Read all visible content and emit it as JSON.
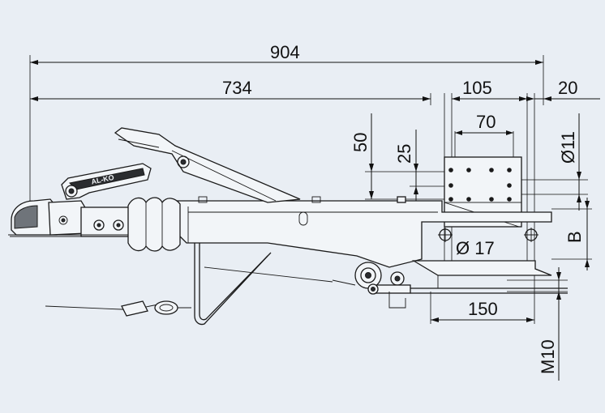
{
  "colors": {
    "background": "#e9eef4",
    "line": "#111111",
    "part_fill": "#f2f5f8",
    "shade": "#6f747a"
  },
  "dimensions": {
    "overall_length": "904",
    "length_to_mount": "734",
    "mount_width": "105",
    "end_offset": "20",
    "hole_spacing_horizontal": "70",
    "hole_spacing_vertical_large": "50",
    "hole_spacing_vertical_small": "25",
    "small_hole_diameter": "Ø11",
    "large_hole_diameter": "Ø 17",
    "mount_height_variable": "B",
    "lower_offset": "150",
    "thread_size": "M10"
  },
  "logo_text": "AL-KO"
}
